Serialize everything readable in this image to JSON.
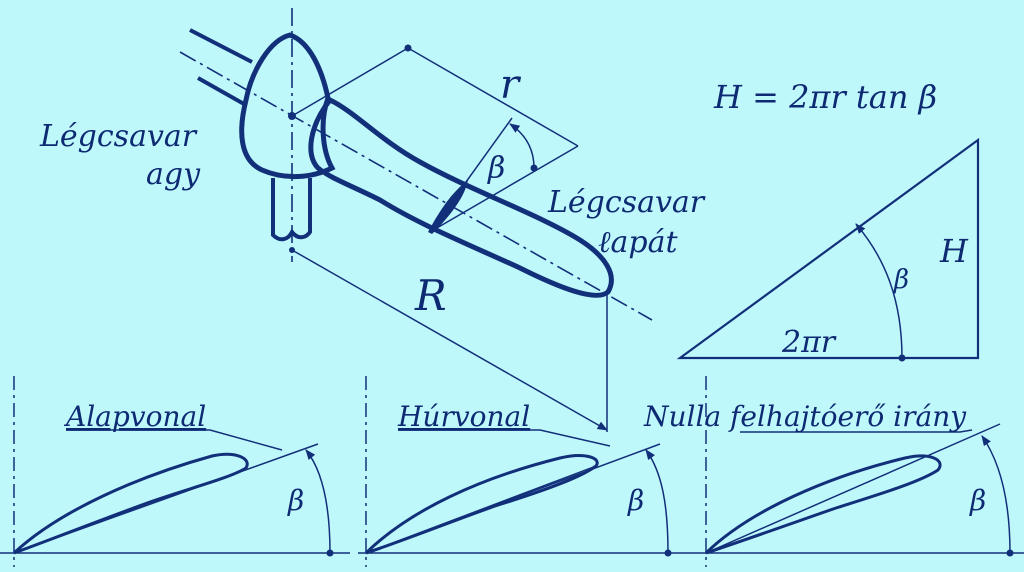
{
  "colors": {
    "background": "#bff8fb",
    "ink": "#12307a"
  },
  "labels": {
    "hub": "Légcsavar",
    "hub2": "agy",
    "blade": "Légcsavar",
    "blade2": "ℓapát",
    "r": "r",
    "R": "R",
    "beta_main": "β",
    "formula": "H = 2πr tan β",
    "tri_H": "H",
    "tri_beta": "β",
    "tri_base": "2πr"
  },
  "sections": [
    {
      "label": "Alapvonal",
      "beta": "β"
    },
    {
      "label": "Húrvonal",
      "beta": "β"
    },
    {
      "label": "Nulla  felhajtóerő irány",
      "beta": "β"
    }
  ]
}
